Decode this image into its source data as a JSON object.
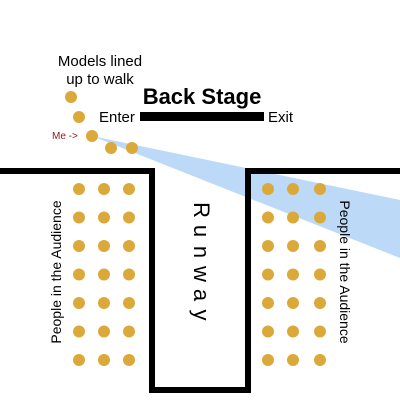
{
  "labels": {
    "models": [
      "Models lined",
      "up to walk"
    ],
    "back_stage": "Back Stage",
    "enter": "Enter",
    "exit": "Exit",
    "me": "Me ->",
    "runway": [
      "R",
      "u",
      "n",
      "w",
      "a",
      "y"
    ],
    "audience_left": "People in the Audience",
    "audience_right": "People in the Audience"
  },
  "audience": {
    "left_section": {
      "columns": 3,
      "rows": 7
    },
    "right_section": {
      "columns": 3,
      "rows": 7
    }
  },
  "models_in_line": 5,
  "colors": {
    "dot": "#dba93a",
    "line": "#000000",
    "me_label": "#8b1a1a",
    "sight_cone": "#a6cdf5"
  }
}
